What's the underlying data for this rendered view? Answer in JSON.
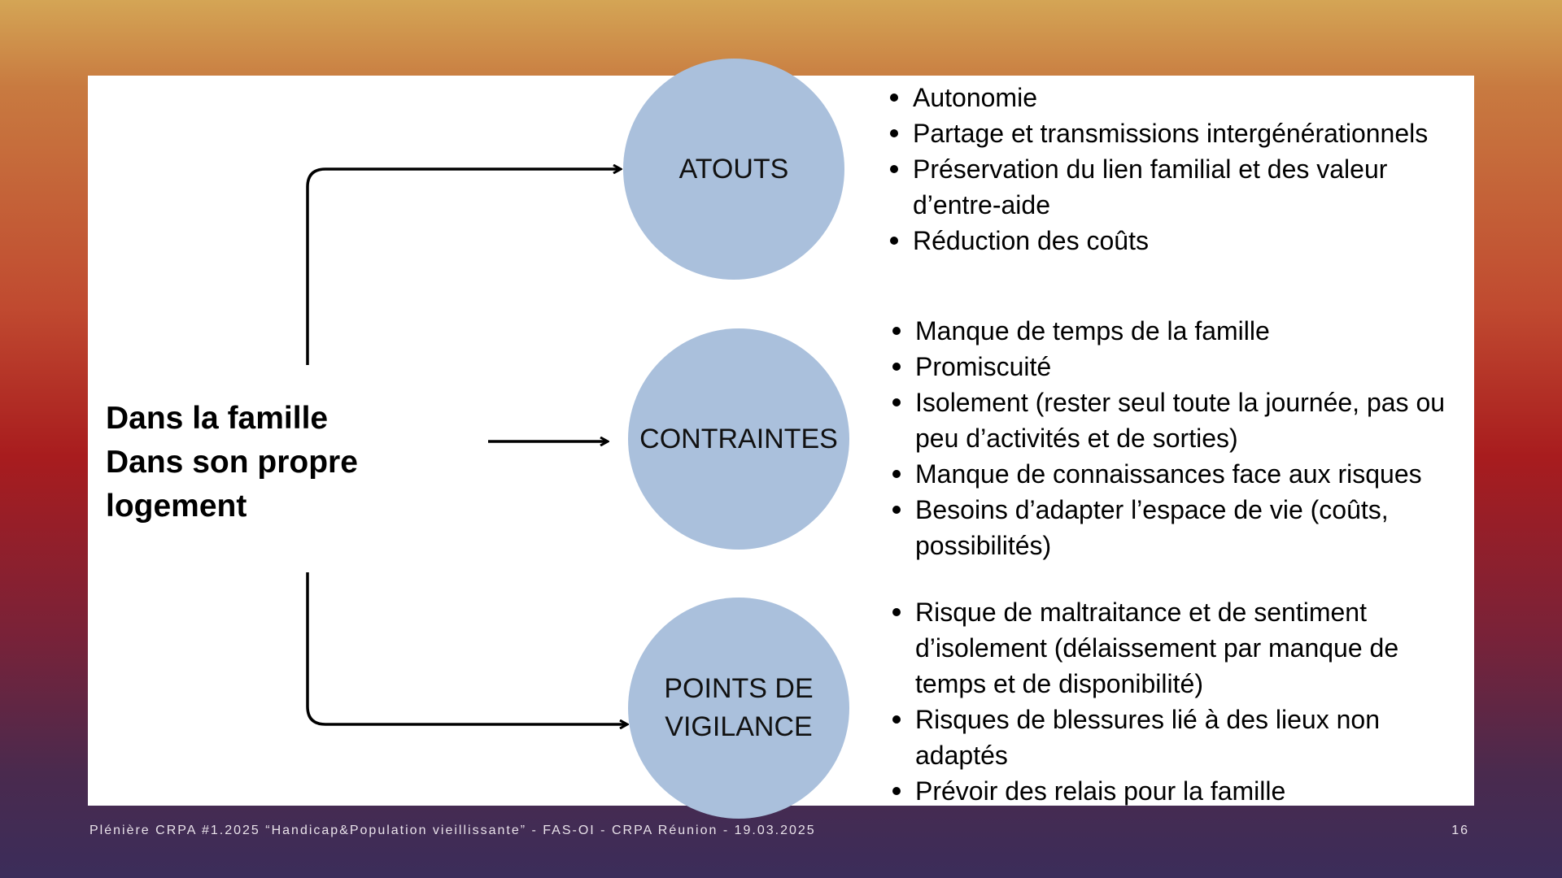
{
  "subject": {
    "lines": [
      "Dans la famille",
      "Dans son propre",
      "logement"
    ]
  },
  "branches": [
    {
      "label_lines": [
        "ATOUTS"
      ],
      "items": [
        "Autonomie",
        "Partage et transmissions intergénérationnels",
        "Préservation du lien familial et des valeur d’entre-aide",
        "Réduction des coûts"
      ]
    },
    {
      "label_lines": [
        "CONTRAINTES"
      ],
      "items": [
        "Manque de temps de la famille",
        "Promiscuité",
        "Isolement (rester seul toute la journée, pas ou peu d’activités et de sorties)",
        "Manque de connaissances face aux risques",
        "Besoins d’adapter l’espace de vie (coûts, possibilités)"
      ]
    },
    {
      "label_lines": [
        "POINTS DE",
        "VIGILANCE"
      ],
      "items": [
        "Risque de maltraitance et de sentiment d’isolement (délaissement par manque de temps et de disponibilité)",
        "Risques de blessures lié à des lieux non adaptés",
        "Prévoir des relais pour la famille"
      ]
    }
  ],
  "footer": {
    "text": "Plénière CRPA #1.2025 “Handicap&Population vieillissante” - FAS-OI - CRPA Réunion - 19.03.2025",
    "page_number": "16"
  },
  "colors": {
    "circle_fill": "#aac0dc",
    "panel": "#ffffff",
    "connector": "#000000"
  }
}
